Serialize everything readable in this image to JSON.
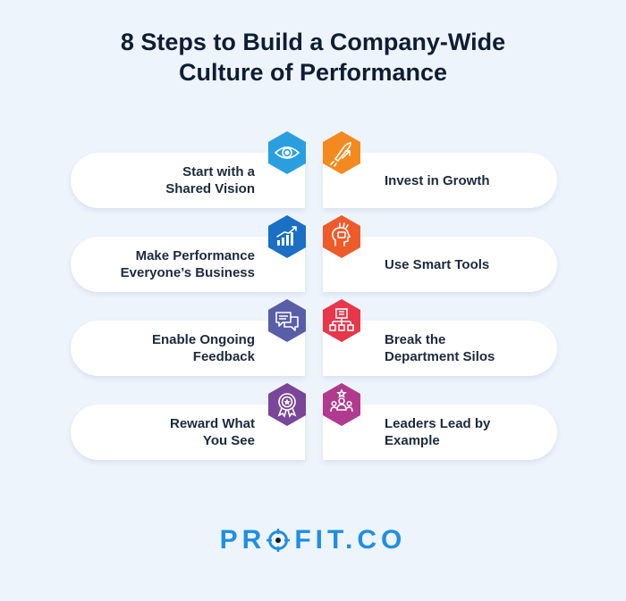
{
  "title": {
    "line1": "8 Steps to Build a Company-Wide",
    "line2": "Culture of Performance"
  },
  "steps": [
    {
      "lines": [
        "Start with a",
        "Shared Vision"
      ],
      "icon": "eye-icon",
      "color": "#2a9fe0"
    },
    {
      "lines": [
        "Invest in Growth"
      ],
      "icon": "rocket-icon",
      "color": "#f48a1f"
    },
    {
      "lines": [
        "Make Performance",
        "Everyone’s Business"
      ],
      "icon": "growth-chart-icon",
      "color": "#1b6fc4"
    },
    {
      "lines": [
        "Use Smart Tools"
      ],
      "icon": "head-tools-icon",
      "color": "#ef5a2a"
    },
    {
      "lines": [
        "Enable Ongoing",
        "Feedback"
      ],
      "icon": "chat-bubbles-icon",
      "color": "#5a5ea8"
    },
    {
      "lines": [
        "Break the",
        "Department Silos"
      ],
      "icon": "org-chart-icon",
      "color": "#e8364a"
    },
    {
      "lines": [
        "Reward What",
        "You See"
      ],
      "icon": "award-badge-icon",
      "color": "#7a4698"
    },
    {
      "lines": [
        "Leaders Lead by",
        "Example"
      ],
      "icon": "team-leader-icon",
      "color": "#b03a8e"
    }
  ],
  "logo": {
    "part1": "PR",
    "part2": "FIT.CO",
    "color": "#1f8fe3"
  }
}
